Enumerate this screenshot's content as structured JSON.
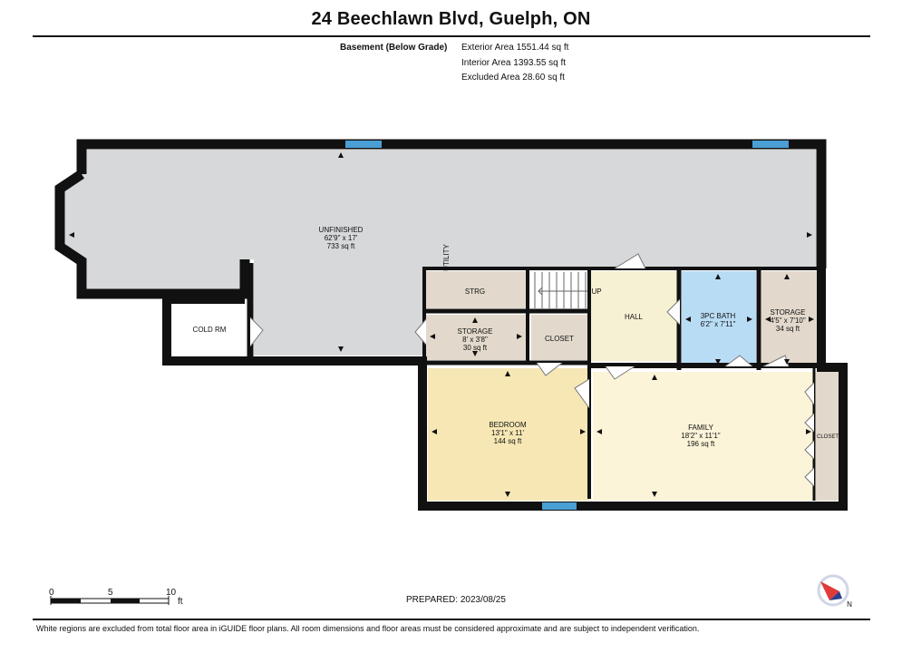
{
  "title": "24 Beechlawn Blvd, Guelph, ON",
  "level": {
    "name": "Basement (Below Grade)",
    "exterior_area": "Exterior Area 1551.44 sq ft",
    "interior_area": "Interior Area 1393.55 sq ft",
    "excluded_area": "Excluded Area 28.60 sq ft"
  },
  "rooms": {
    "unfinished": {
      "name": "UNFINISHED",
      "dims": "62'9\" x 17'",
      "area": "733 sq ft"
    },
    "utility": {
      "name": "UTILITY"
    },
    "cold_rm": {
      "name": "COLD RM"
    },
    "strg": {
      "name": "STRG"
    },
    "storage_small": {
      "name": "STORAGE",
      "dims": "8' x 3'8\"",
      "area": "30 sq ft"
    },
    "closet_mid": {
      "name": "CLOSET"
    },
    "hall": {
      "name": "HALL"
    },
    "stairs": {
      "label": "UP"
    },
    "bath": {
      "name": "3PC BATH",
      "dims": "6'2\" x 7'11\""
    },
    "storage_right": {
      "name": "STORAGE",
      "dims": "4'5\" x 7'10\"",
      "area": "34 sq ft"
    },
    "bedroom": {
      "name": "BEDROOM",
      "dims": "13'1\" x 11'",
      "area": "144 sq ft"
    },
    "family": {
      "name": "FAMILY",
      "dims": "18'2\" x 11'1\"",
      "area": "196 sq ft"
    },
    "closet_right": {
      "name": "CLOSET"
    }
  },
  "scale": {
    "zero": "0",
    "five": "5",
    "ten": "10",
    "unit": "ft"
  },
  "prepared": "PREPARED: 2023/08/25",
  "footer": "White regions are excluded from total floor area in iGUIDE floor plans. All room dimensions and floor areas must be considered approximate and are subject to independent verification.",
  "compass": {
    "label": "N"
  },
  "colors": {
    "wall": "#111111",
    "unfinished": "#d7d8da",
    "storage": "#e2d9cc",
    "hall": "#f7f1d4",
    "bath": "#b9dcf5",
    "bedroom": "#f6e7b5",
    "family": "#fbf4d9",
    "window": "#4a9fd4"
  }
}
